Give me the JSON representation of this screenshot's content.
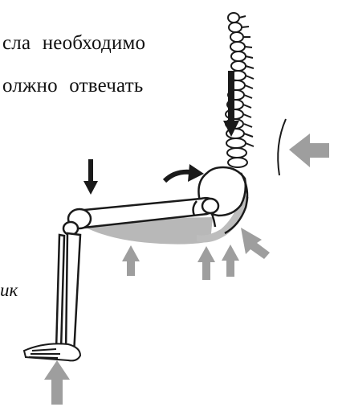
{
  "text": {
    "line1": "сла необходимо",
    "line2": "олжно отвечать",
    "caption": "ик"
  },
  "figure": {
    "subject": "seated-skeleton-support-diagram",
    "colors": {
      "bone_fill": "#ffffff",
      "bone_outline": "#1a1a1a",
      "support_fill": "#b8b8b8",
      "support_arrow": "#9e9e9e",
      "load_arrow": "#1a1a1a"
    },
    "arrows": {
      "load_arrows": [
        "spine-load-arrow",
        "knee-load-arrow",
        "pelvis-rotation-arrow"
      ],
      "support_arrows": [
        "back-support-arrow",
        "thigh-support-arrow",
        "ischial-support-arrow-1",
        "ischial-support-arrow-2",
        "sacral-support-arrow",
        "foot-support-arrow"
      ]
    }
  }
}
